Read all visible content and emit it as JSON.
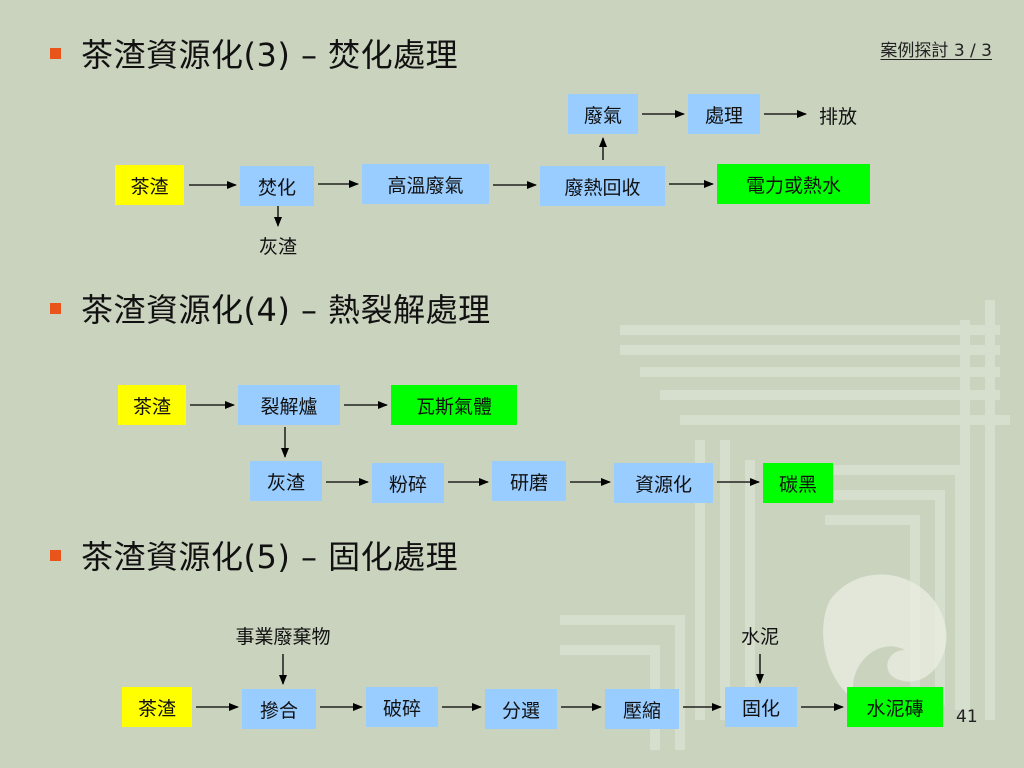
{
  "slide": {
    "case_label": "案例探討 3 / 3",
    "page_number": "41"
  },
  "colors": {
    "background": "#c8d2bd",
    "bullet": "#e8541a",
    "start_box": "#ffff00",
    "process_box": "#99ccff",
    "output_box": "#00ff00"
  },
  "sections": [
    {
      "heading": "茶渣資源化(3) – 焚化處理",
      "nodes": {
        "start": "茶渣",
        "incineration": "焚化",
        "hot_gas": "高溫廢氣",
        "heat_recovery": "廢熱回收",
        "power": "電力或熱水",
        "waste_gas": "廢氣",
        "treatment": "處理",
        "discharge": "排放",
        "ash": "灰渣"
      }
    },
    {
      "heading": "茶渣資源化(4) – 熱裂解處理",
      "nodes": {
        "start": "茶渣",
        "pyrolyzer": "裂解爐",
        "gas": "瓦斯氣體",
        "ash": "灰渣",
        "crush": "粉碎",
        "grind": "研磨",
        "recycle": "資源化",
        "carbon_black": "碳黑"
      }
    },
    {
      "heading": "茶渣資源化(5) – 固化處理",
      "nodes": {
        "start": "茶渣",
        "business_waste": "事業廢棄物",
        "blend": "摻合",
        "crush": "破碎",
        "sort": "分選",
        "compress": "壓縮",
        "cement": "水泥",
        "solidify": "固化",
        "cement_brick": "水泥磚"
      }
    }
  ]
}
